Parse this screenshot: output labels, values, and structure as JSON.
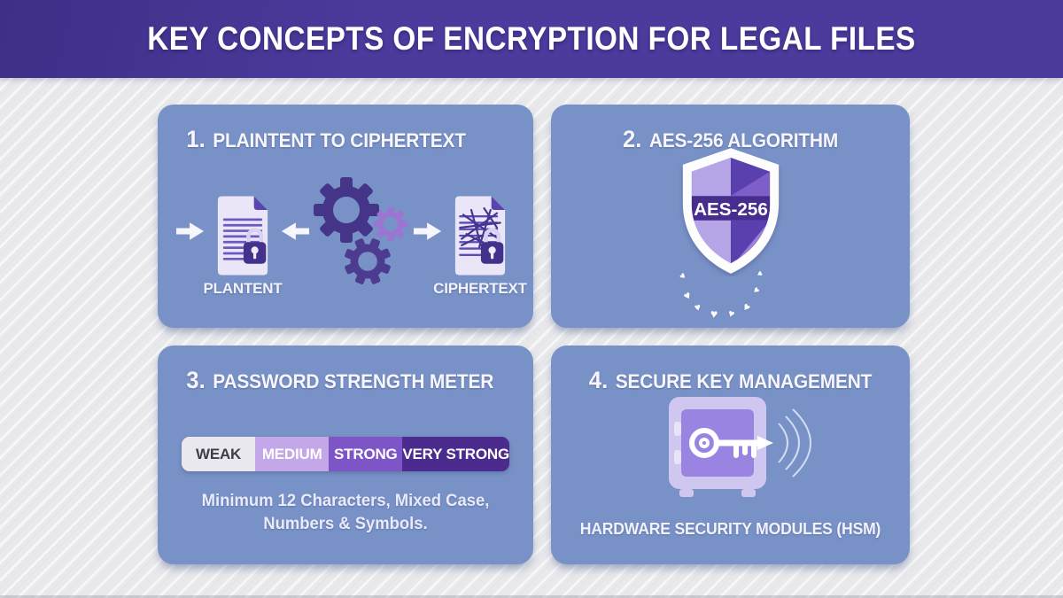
{
  "header": {
    "title": "KEY CONCEPTS OF ENCRYPTION FOR LEGAL FILES"
  },
  "cards": {
    "plaintext": {
      "number": "1.",
      "title": "PLAINTENT TO CIPHERTEXT",
      "left_label": "PLANTENT",
      "right_label": "CIPHERTEXT"
    },
    "aes": {
      "number": "2.",
      "title": "AES-256 ALGORITHM",
      "shield_label": "AES-256"
    },
    "password": {
      "number": "3.",
      "title": "PASSWORD STRENGTH METER",
      "levels": [
        "WEAK",
        "MEDIUM",
        "STRONG",
        "VERY STRONG"
      ],
      "note_line1": "Minimum 12 Characters, Mixed Case,",
      "note_line2": "Numbers & Symbols."
    },
    "keymgmt": {
      "number": "4.",
      "title": "SECURE KEY MANAGEMENT",
      "caption": "HARDWARE SECURITY MODULES (HSM)"
    }
  },
  "icons": {
    "heart": "♥"
  },
  "colors": {
    "banner_purple": "#4c3a9c",
    "background_gray": "#e9e9ec",
    "card_blue": "#7892c7",
    "purple_dark": "#47338f",
    "purple_mid": "#7d55c7",
    "purple_light": "#c3a7e8",
    "meter_weak_bg": "#e9e8ee",
    "meter_weak_text": "#3e3e4a",
    "meter_medium": "#c3a7e8",
    "meter_strong": "#7d55c7",
    "meter_very_strong": "#4b2c8e"
  }
}
